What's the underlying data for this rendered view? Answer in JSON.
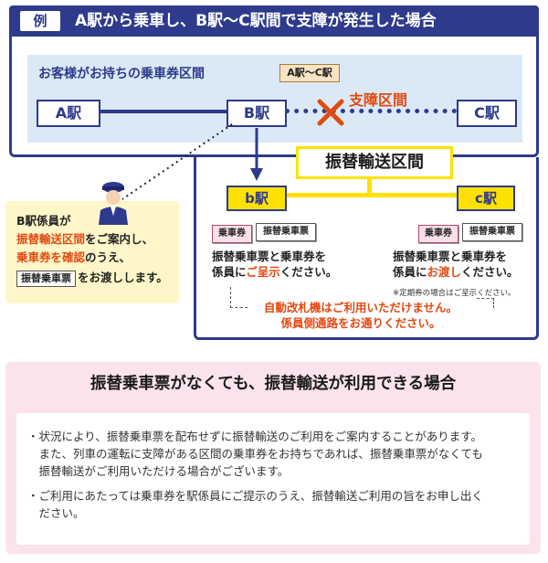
{
  "panel": {
    "tag": "例",
    "title": "A駅から乗車し、B駅〜C駅間で支障が発生した場合"
  },
  "ticket": {
    "title": "お客様がお持ちの乗車券区間",
    "badge": "A駅〜C駅"
  },
  "stations": {
    "a": "A駅",
    "b": "B駅",
    "c": "C駅",
    "b_lower": "b駅",
    "c_lower": "c駅"
  },
  "disruption_label": "支障区間",
  "transfer_title": "振替輸送区間",
  "cards": {
    "josha": "乗車券",
    "furikae": "振替乗車票"
  },
  "left_instr": {
    "line1": "振替乗車票と乗車券を",
    "line2_pre": "係員に",
    "line2_hl": "ご呈示",
    "line2_post": "ください。"
  },
  "right_instr": {
    "line1": "振替乗車票と乗車券を",
    "line2_pre": "係員に",
    "line2_hl": "お渡し",
    "line2_post": "ください。"
  },
  "teiki_note": "※定期券の場合はご呈示ください。",
  "gate_note": {
    "line1": "自動改札機はご利用いただけません。",
    "line2": "係員側通路をお通りください。"
  },
  "staff": {
    "label": "B駅係員が",
    "l2_hl": "振替輸送区間",
    "l2_post": "をご案内し、",
    "l3_hl": "乗車券を確認",
    "l3_post": "のうえ、",
    "l4_chip": "振替乗車票",
    "l4_post": "をお渡しします。"
  },
  "bottom": {
    "title": "振替乗車票がなくても、振替輸送が利用できる場合",
    "bullets": [
      "・状況により、振替乗車票を配布せずに振替輸送のご利用をご案内することがあります。",
      "　また、列車の運転に支障がある区間の乗車券をお持ちであれば、振替乗車票がなくても",
      "　振替輸送がご利用いただける場合がございます。",
      "・ご利用にあたっては乗車券を駅係員にご提示のうえ、振替輸送ご利用の旨をお申し出く",
      "　ださい。"
    ]
  },
  "colors": {
    "navy": "#2e3a8c",
    "accent": "#e04a12",
    "yellow": "#ffe100",
    "light_blue": "#dbe9f6",
    "pink": "#fbe3ee"
  }
}
